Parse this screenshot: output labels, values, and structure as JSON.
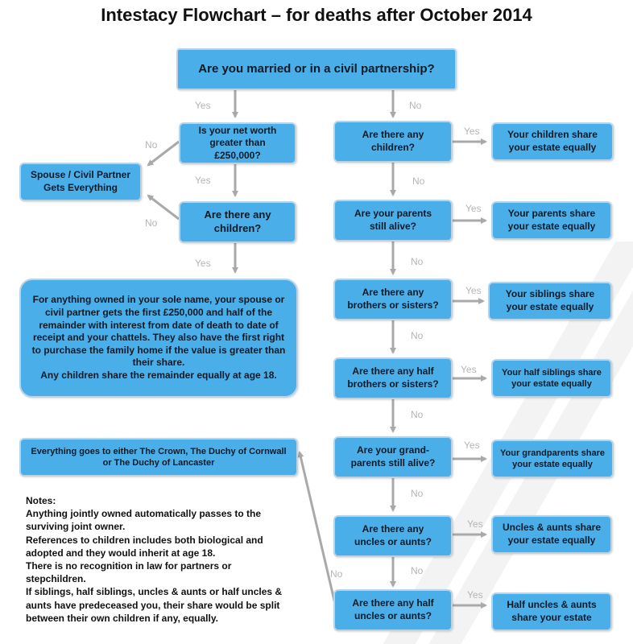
{
  "title": "Intestacy Flowchart – for deaths after October 2014",
  "nodes": {
    "married": "Are you married or in a civil partnership?",
    "net_worth": "Is your net worth greater than £250,000?",
    "spouse_everything": "Spouse / Civil Partner Gets Everything",
    "any_children_left": "Are there any children?",
    "spouse_share": "For anything owned in your sole name, your spouse or civil partner gets the first £250,000 and half of the remainder with interest from date of death to date of receipt and your chattels. They also have the first right to purchase the family home if the value is greater than their share.",
    "spouse_share_children": "Any children share the remainder equally at age 18.",
    "crown": "Everything goes to either The Crown, The Duchy of Cornwall or The Duchy of Lancaster",
    "q_children": "Are there any children?",
    "q_parents": "Are your parents still alive?",
    "q_siblings": "Are there any brothers or sisters?",
    "q_half_siblings": "Are there any half brothers or sisters?",
    "q_grandparents": "Are your grand-parents still alive?",
    "q_uncles": "Are there any uncles or aunts?",
    "q_half_uncles": "Are there any half uncles or aunts?",
    "r_children": "Your children share your estate equally",
    "r_parents": "Your parents share your estate equally",
    "r_siblings": "Your siblings share your estate equally",
    "r_half_siblings": "Your half siblings share your estate equally",
    "r_grandparents": "Your grandparents share your estate equally",
    "r_uncles": "Uncles & aunts share your estate equally",
    "r_half_uncles": "Half uncles & aunts share your estate"
  },
  "labels": {
    "yes": "Yes",
    "no": "No"
  },
  "notes": {
    "heading": "Notes:",
    "lines": [
      "Anything jointly owned automatically passes to the surviving joint owner.",
      "References to children includes both biological and adopted and they would inherit at age 18.",
      "There is no recognition in law for partners or stepchildren.",
      "If siblings, half siblings, uncles & aunts or half uncles & aunts have predeceased you, their share would be split between their own children if any, equally."
    ]
  },
  "colors": {
    "box_fill": "#4aaee9",
    "box_border": "#b9d4e6",
    "arrow": "#a9a9a9"
  }
}
